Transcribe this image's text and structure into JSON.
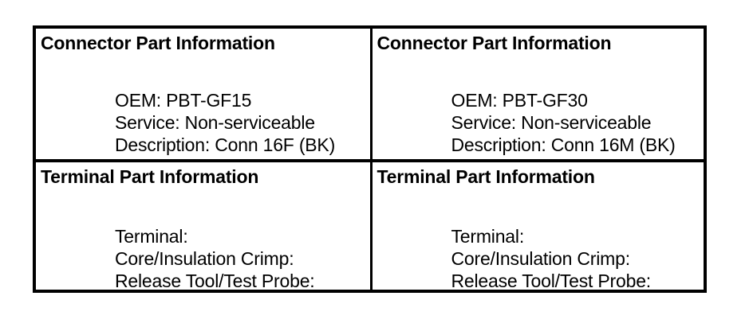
{
  "document": {
    "kind": "connector-terminal-part-information-table",
    "background_color": "#ffffff",
    "text_color": "#000000",
    "border_color": "#000000"
  },
  "table": {
    "rows": 2,
    "columns": 2,
    "cells": [
      {
        "position": "top-left",
        "header": "Connector Part Information",
        "lines": [
          "OEM: PBT-GF15",
          "Service: Non-serviceable",
          "Description: Conn 16F (BK)"
        ]
      },
      {
        "position": "top-right",
        "header": "Connector Part Information",
        "lines": [
          "OEM: PBT-GF30",
          "Service: Non-serviceable",
          "Description: Conn 16M (BK)"
        ]
      },
      {
        "position": "bottom-left",
        "header": "Terminal Part Information",
        "lines": [
          "Terminal:",
          "Core/Insulation Crimp:",
          "Release Tool/Test Probe:"
        ]
      },
      {
        "position": "bottom-right",
        "header": "Terminal Part Information",
        "lines": [
          "Terminal:",
          "Core/Insulation Crimp:",
          "Release Tool/Test Probe:"
        ]
      }
    ]
  }
}
